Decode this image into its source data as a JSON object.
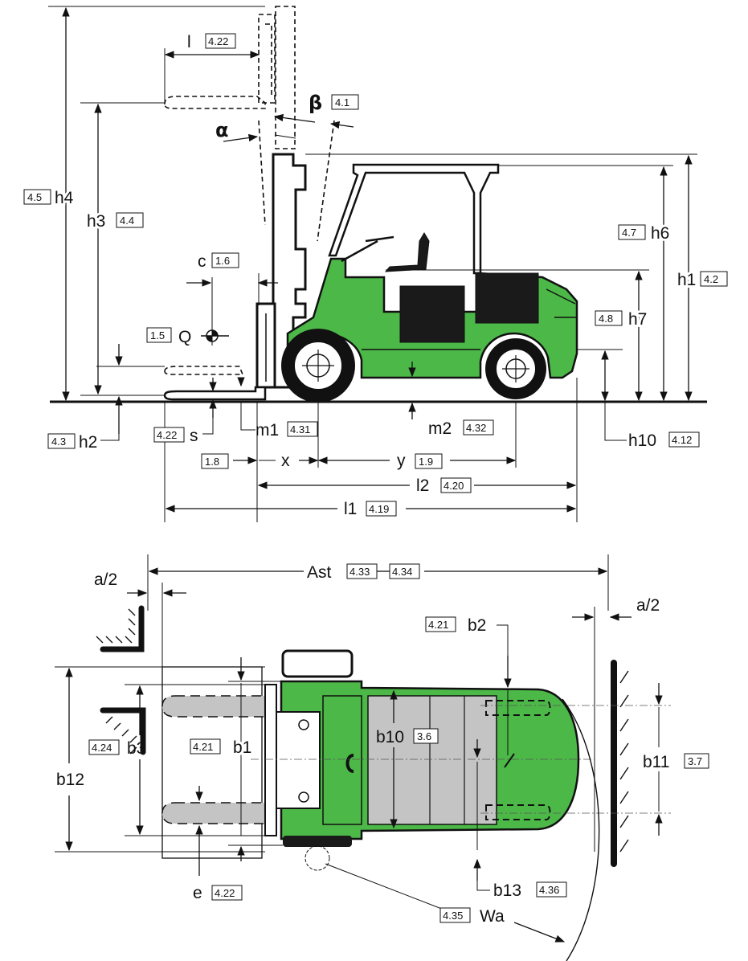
{
  "labels": {
    "l": "l",
    "l_ref": "4.22",
    "beta": "β",
    "beta_ref": "4.1",
    "alpha": "α",
    "h4": "h4",
    "h4_ref": "4.5",
    "h3": "h3",
    "h3_ref": "4.4",
    "h6": "h6",
    "h6_ref": "4.7",
    "h1": "h1",
    "h1_ref": "4.2",
    "c": "c",
    "c_ref": "1.6",
    "q": "Q",
    "q_ref": "1.5",
    "h7": "h7",
    "h7_ref": "4.8",
    "h2": "h2",
    "h2_ref": "4.3",
    "s": "s",
    "s_ref": "4.22",
    "m1": "m1",
    "m1_ref": "4.31",
    "m2": "m2",
    "m2_ref": "4.32",
    "h10": "h10",
    "h10_ref": "4.12",
    "x": "x",
    "x_ref": "1.8",
    "y": "y",
    "y_ref": "1.9",
    "l2": "l2",
    "l2_ref": "4.20",
    "l1": "l1",
    "l1_ref": "4.19",
    "ast": "Ast",
    "ast_ref1": "4.33",
    "ast_ref2": "4.34",
    "a2_left": "a/2",
    "a2_right": "a/2",
    "b2": "b2",
    "b2_ref": "4.21",
    "b3": "b3",
    "b3_ref": "4.24",
    "b1": "b1",
    "b1_ref": "4.21",
    "b10": "b10",
    "b10_ref": "3.6",
    "b11": "b11",
    "b11_ref": "3.7",
    "b12": "b12",
    "b13": "b13",
    "b13_ref": "4.36",
    "e": "e",
    "e_ref": "4.22",
    "wa": "Wa",
    "wa_ref": "4.35"
  },
  "colors": {
    "truck_green": "#4cb848",
    "battery_gray": "#c4c4c4",
    "ink": "#111111"
  },
  "icons": [
    "forklift-side-view",
    "forklift-top-view",
    "wall-hatch",
    "wheel"
  ]
}
